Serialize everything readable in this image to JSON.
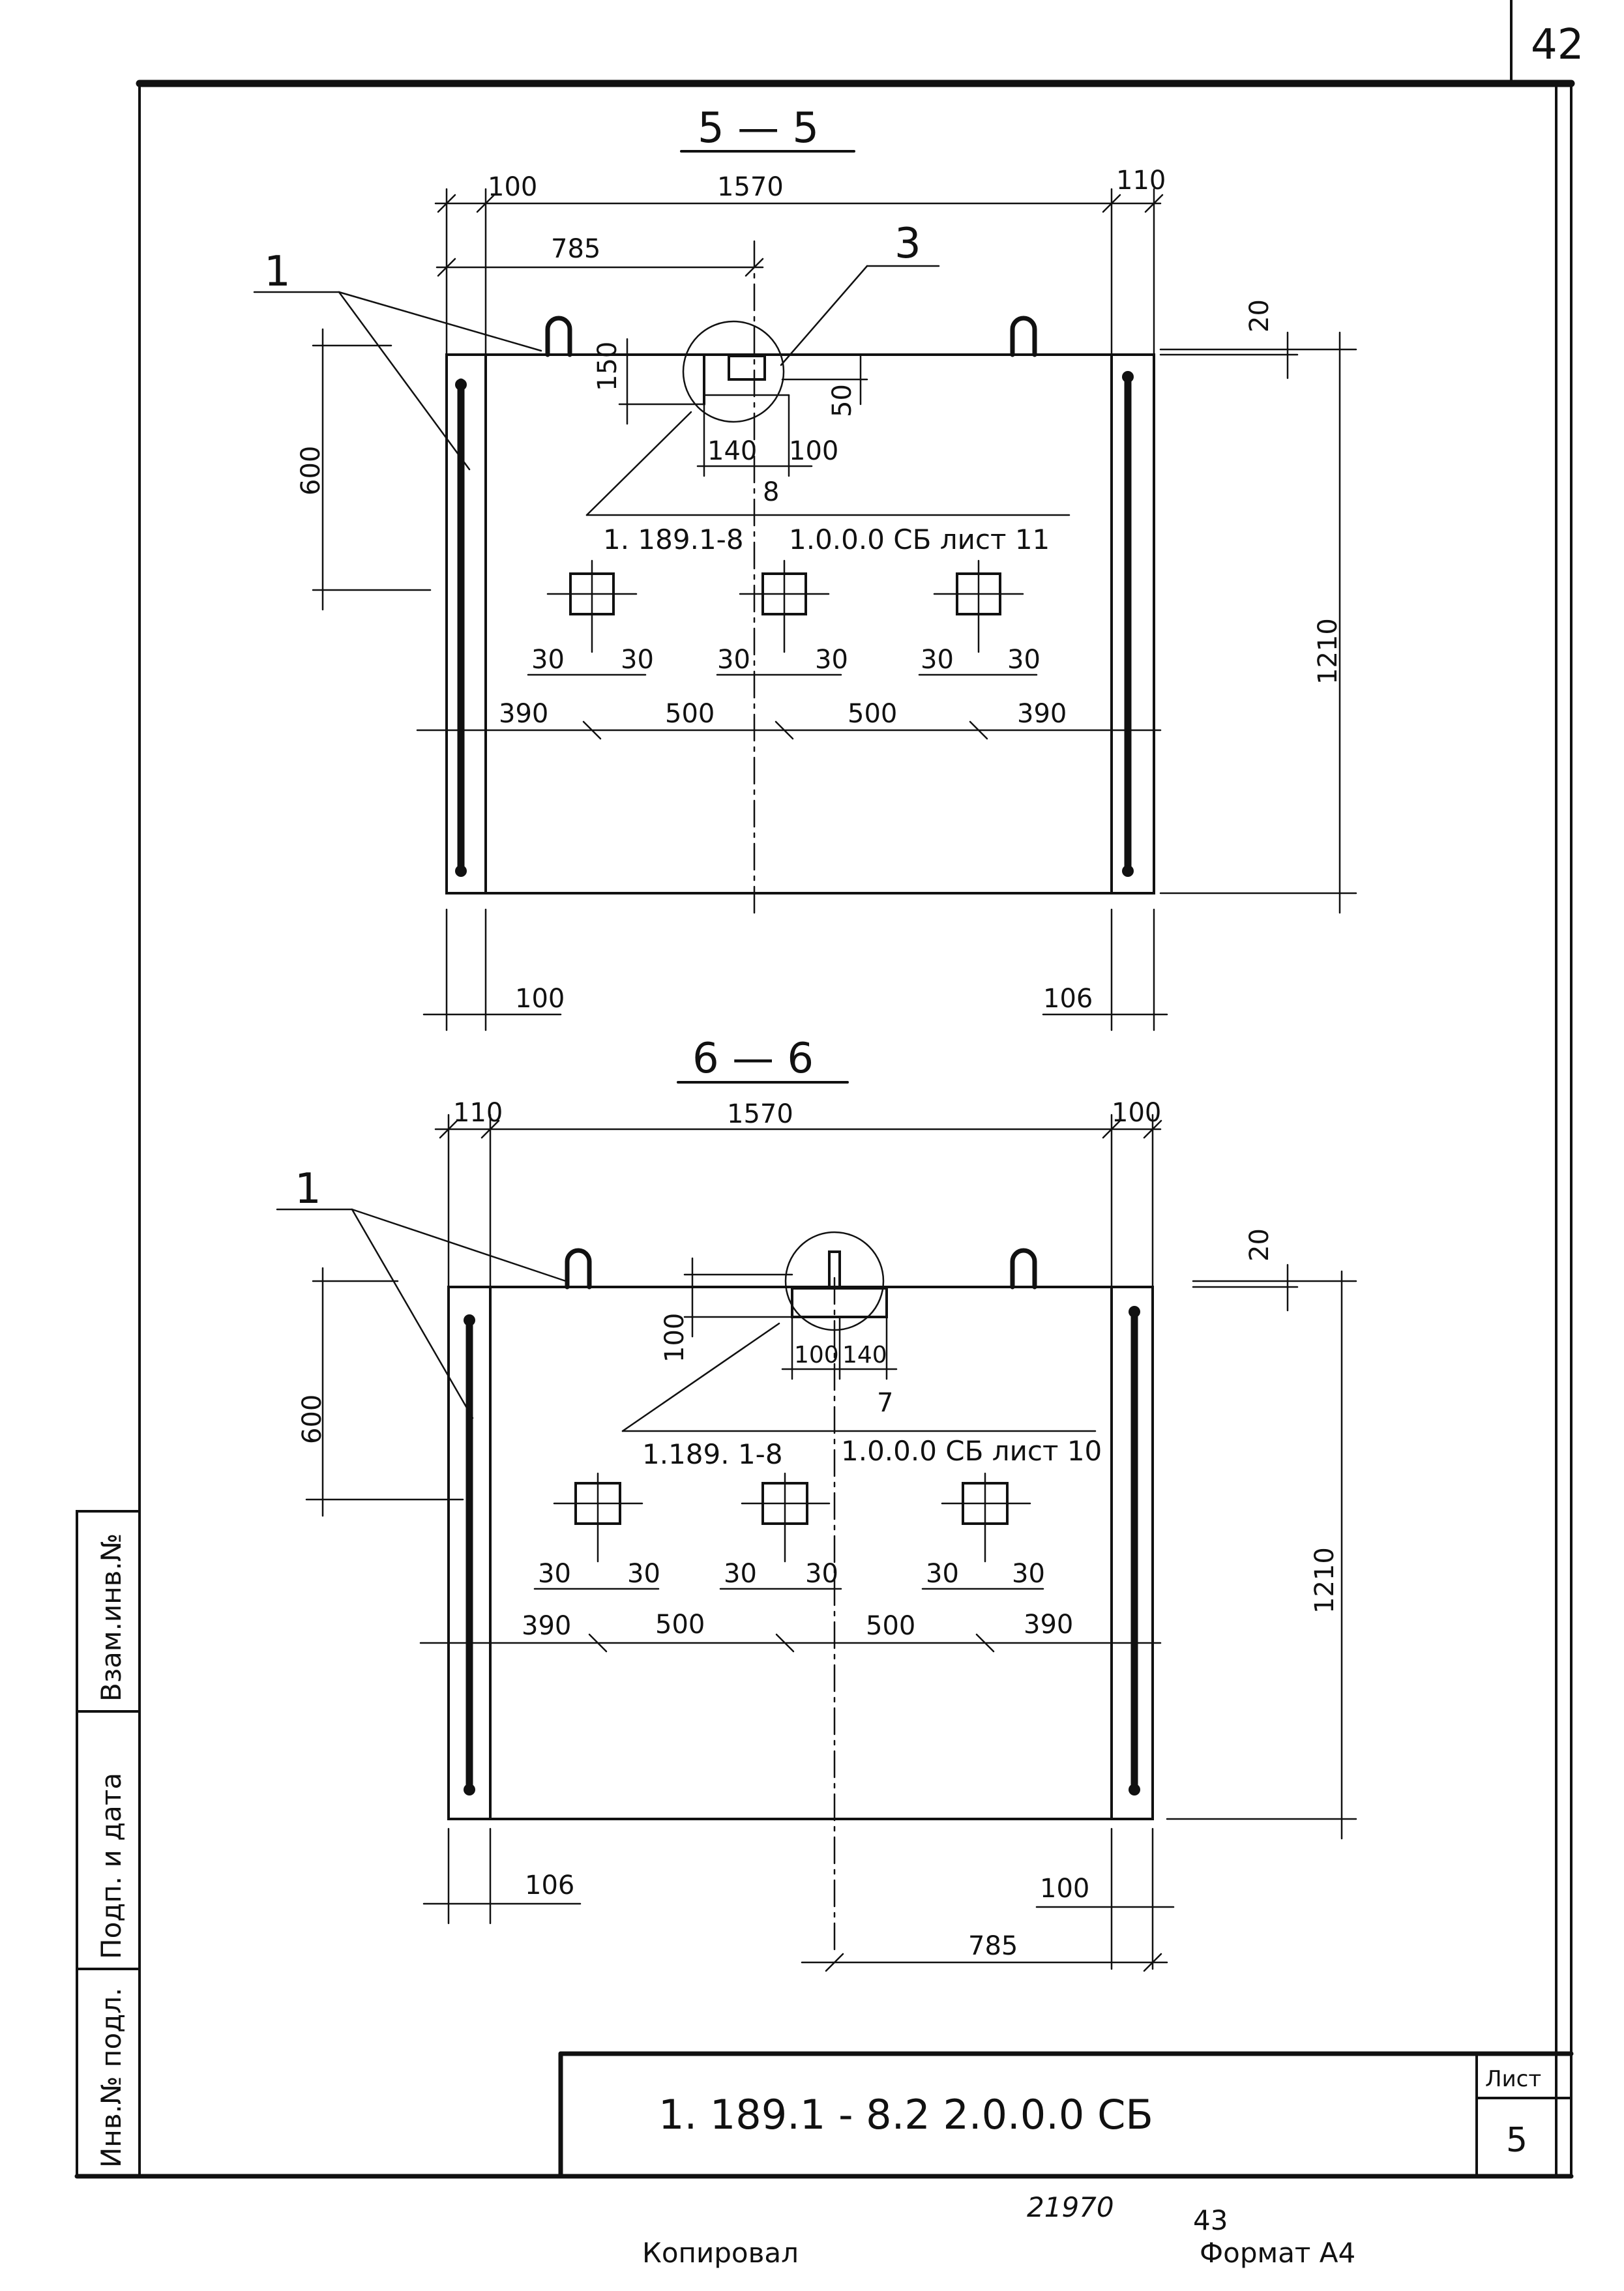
{
  "page_number": "42",
  "views": [
    {
      "title": "5 — 5",
      "callout_label": "1",
      "detail_label": "3",
      "detail_number": "8",
      "ref_left": "1. 189.1-8",
      "ref_right": "1.0.0.0 СБ лист 11",
      "top_dims": {
        "left": "100",
        "center": "1570",
        "right": "110",
        "half": "785"
      },
      "detail_dims": {
        "height": "150",
        "offset": "50",
        "w_left": "140",
        "w_right": "100"
      },
      "height_upper": "600",
      "height_total": "1210",
      "top_gap": "20",
      "small_dims": [
        "30",
        "30",
        "30",
        "30",
        "30",
        "30"
      ],
      "spacing": [
        "390",
        "500",
        "500",
        "390"
      ],
      "bottom_dims": {
        "left": "100",
        "right": "106"
      }
    },
    {
      "title": "6 — 6",
      "callout_label": "1",
      "detail_number": "7",
      "ref_left": "1.189. 1-8",
      "ref_right": "1.0.0.0 СБ лист 10",
      "top_dims": {
        "left": "110",
        "center": "1570",
        "right": "100"
      },
      "detail_dims": {
        "height": "100",
        "w_left": "100",
        "w_right": "140"
      },
      "height_upper": "600",
      "height_total": "1210",
      "top_gap": "20",
      "small_dims": [
        "30",
        "30",
        "30",
        "30",
        "30",
        "30"
      ],
      "spacing": [
        "390",
        "500",
        "500",
        "390"
      ],
      "bottom_dims": {
        "left": "106",
        "right": "100",
        "half": "785"
      }
    }
  ],
  "side_stamp": [
    "Взам.инв.№",
    "Подп. и дата",
    "Инв.№ подл."
  ],
  "title_block": {
    "designation": "1. 189.1 - 8.2   2.0.0.0 СБ",
    "sheet_label": "Лист",
    "sheet_number": "5"
  },
  "footer": {
    "copied": "Копировал",
    "order_no": "21970",
    "order_sub": "43",
    "format": "Формат А4"
  }
}
